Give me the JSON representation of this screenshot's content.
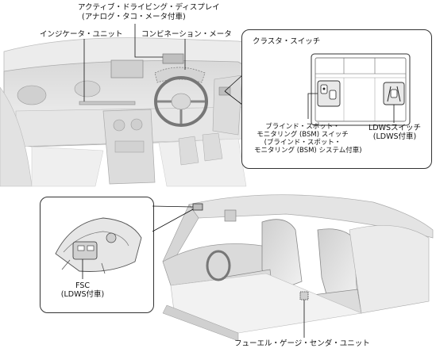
{
  "labels": {
    "active_driving_display": "アクティブ・ドライビング・ディスプレイ",
    "active_driving_display_note": "(アナログ・タコ・メータ付車)",
    "indicator_unit": "インジケータ・ユニット",
    "combination_meter": "コンビネーション・メータ",
    "cluster_switch": "クラスタ・スイッチ",
    "bsm_switch": [
      "ブラインド・スポット・",
      "モニタリング (BSM) スイッチ",
      "(ブラインド・スポット・",
      "モニタリング (BSM) システム付車)"
    ],
    "ldws_switch": "LDWSスイッチ",
    "ldws_switch_note": "(LDWS付車)",
    "fsc": "FSC",
    "fsc_note": "(LDWS付車)",
    "fuel_gauge_sender": "フューエル・ゲージ・センダ・ユニット"
  }
}
